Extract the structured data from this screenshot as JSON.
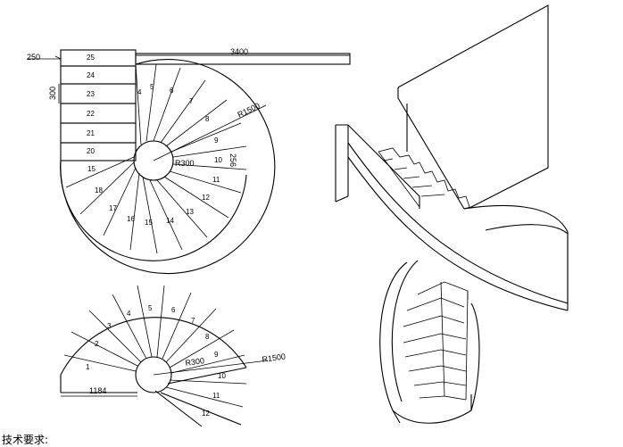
{
  "plan_top": {
    "dim_width": "3400",
    "dim_offset": "250",
    "dim_step_depth": "300",
    "radius_outer": "R1500",
    "radius_inner": "R300",
    "dim_small": "256",
    "straight_steps": [
      "25",
      "24",
      "23",
      "22",
      "21",
      "20"
    ],
    "spiral_steps": [
      "15",
      "18",
      "17",
      "16",
      "15",
      "14",
      "13",
      "12",
      "11",
      "10",
      "9",
      "8",
      "7",
      "6",
      "5",
      "4"
    ]
  },
  "plan_bottom": {
    "radius_outer": "R1500",
    "radius_inner": "R300",
    "dim_width": "1184",
    "spiral_steps": [
      "1",
      "2",
      "3",
      "4",
      "5",
      "6",
      "7",
      "8",
      "9",
      "10",
      "11",
      "12"
    ]
  },
  "note": "技术要求:"
}
